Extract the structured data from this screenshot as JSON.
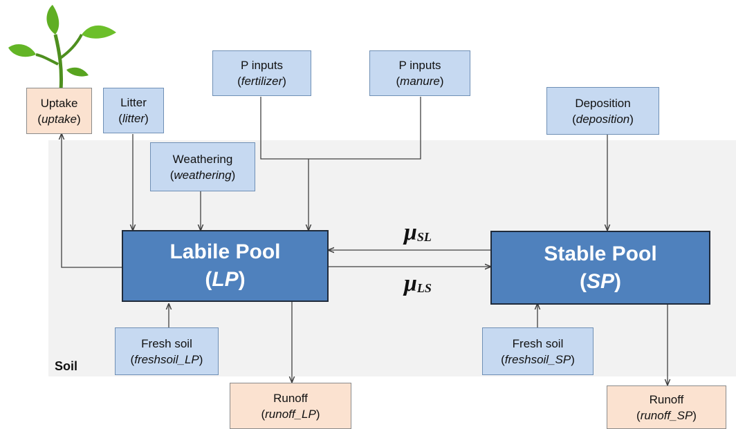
{
  "soil": {
    "label": "Soil"
  },
  "inputs": {
    "litter": {
      "title": "Litter",
      "var": "litter"
    },
    "weathering": {
      "title": "Weathering",
      "var": "weathering"
    },
    "p_fertilizer": {
      "title": "P inputs",
      "var": "fertilizer"
    },
    "p_manure": {
      "title": "P inputs",
      "var": "manure"
    },
    "deposition": {
      "title": "Deposition",
      "var": "deposition"
    },
    "fresh_lp": {
      "title": "Fresh soil",
      "var": "freshsoil_LP"
    },
    "fresh_sp": {
      "title": "Fresh soil",
      "var": "freshsoil_SP"
    }
  },
  "outputs": {
    "uptake": {
      "title": "Uptake",
      "var": "uptake"
    },
    "runoff_lp": {
      "title": "Runoff",
      "var": "runoff_LP"
    },
    "runoff_sp": {
      "title": "Runoff",
      "var": "runoff_SP"
    }
  },
  "pools": {
    "labile": {
      "title": "Labile Pool",
      "var": "LP"
    },
    "stable": {
      "title": "Stable Pool",
      "var": "SP"
    }
  },
  "rates": {
    "sl": {
      "symbol": "μ",
      "sub": "SL"
    },
    "ls": {
      "symbol": "μ",
      "sub": "LS"
    }
  },
  "colors": {
    "input_box": "#c6d9f1",
    "output_box": "#fbe2d0",
    "pool_box": "#4f81bd",
    "soil_background": "#f2f2f2",
    "arrow": "#404040"
  }
}
